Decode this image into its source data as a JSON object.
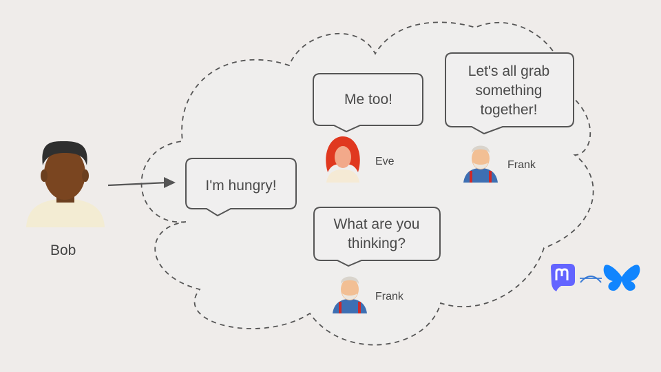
{
  "sender": {
    "name": "Bob"
  },
  "messages": [
    {
      "author": "",
      "text": "I'm hungry!"
    },
    {
      "author": "Eve",
      "text": "Me too!"
    },
    {
      "author": "Frank",
      "text": "Let's all grab something together!"
    },
    {
      "author": "Frank",
      "text": "What are you thinking?"
    }
  ],
  "bubble_lines": {
    "hungry": [
      "I'm hungry!"
    ],
    "metoo": [
      "Me too!"
    ],
    "grab": [
      "Let's all grab",
      "something",
      "together!"
    ],
    "thinking": [
      "What are you",
      "thinking?"
    ]
  },
  "labels": {
    "eve": "Eve",
    "frank_top": "Frank",
    "frank_bottom": "Frank"
  },
  "icons": {
    "mastodon": "mastodon-logo",
    "bridge": "bridge-arc",
    "bluesky": "bluesky-butterfly-logo"
  },
  "colors": {
    "background": "#efecea",
    "mastodon": "#6364ff",
    "bluesky": "#1185fe",
    "bridge": "#3a7bd5"
  }
}
